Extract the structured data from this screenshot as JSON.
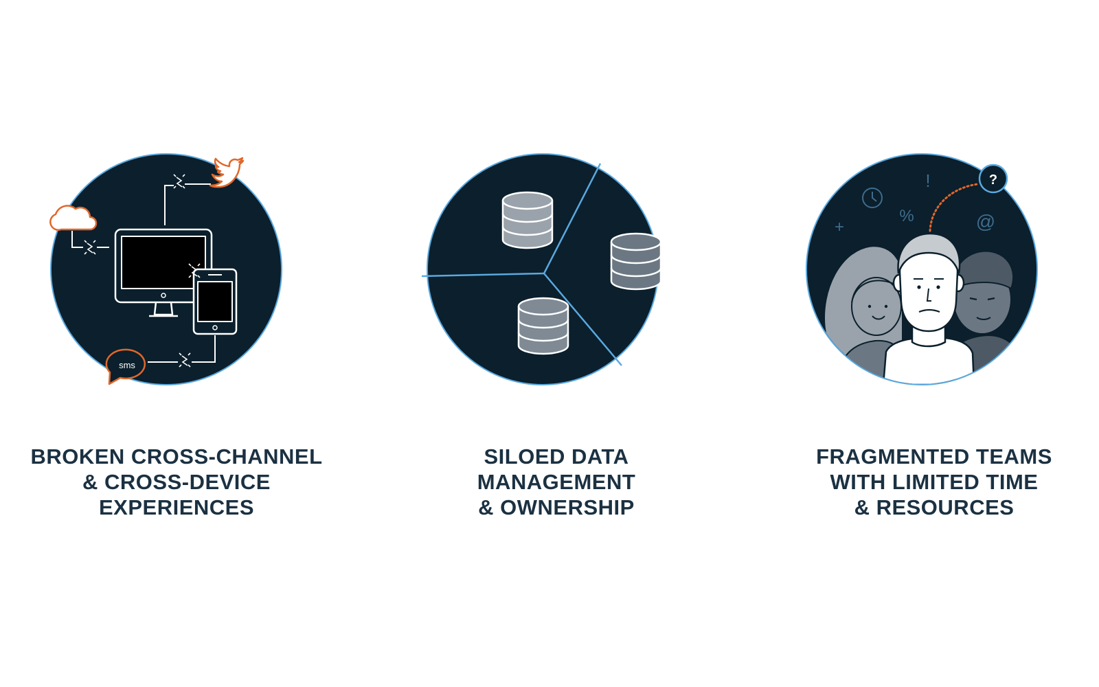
{
  "colors": {
    "circle_fill": "#0b1f2c",
    "circle_stroke": "#5aa9e0",
    "accent_orange": "#e0672a",
    "icon_white": "#ffffff",
    "db_fill": "#6b7883",
    "db_fill_light": "#9aa3ab",
    "caption_text": "#1b3142"
  },
  "panels": [
    {
      "id": "channels",
      "icon": "broken-devices-icon",
      "badge_text": "sms",
      "caption_lines": [
        "BROKEN CROSS-CHANNEL",
        "& CROSS-DEVICE",
        "EXPERIENCES"
      ]
    },
    {
      "id": "data",
      "icon": "siloed-databases-icon",
      "caption_lines": [
        "SILOED DATA",
        "MANAGEMENT",
        "& OWNERSHIP"
      ]
    },
    {
      "id": "teams",
      "icon": "fragmented-team-icon",
      "symbols": [
        "!",
        "%",
        "+",
        "@",
        "?"
      ],
      "caption_lines": [
        "FRAGMENTED TEAMS",
        "WITH LIMITED TIME",
        "& RESOURCES"
      ]
    }
  ]
}
